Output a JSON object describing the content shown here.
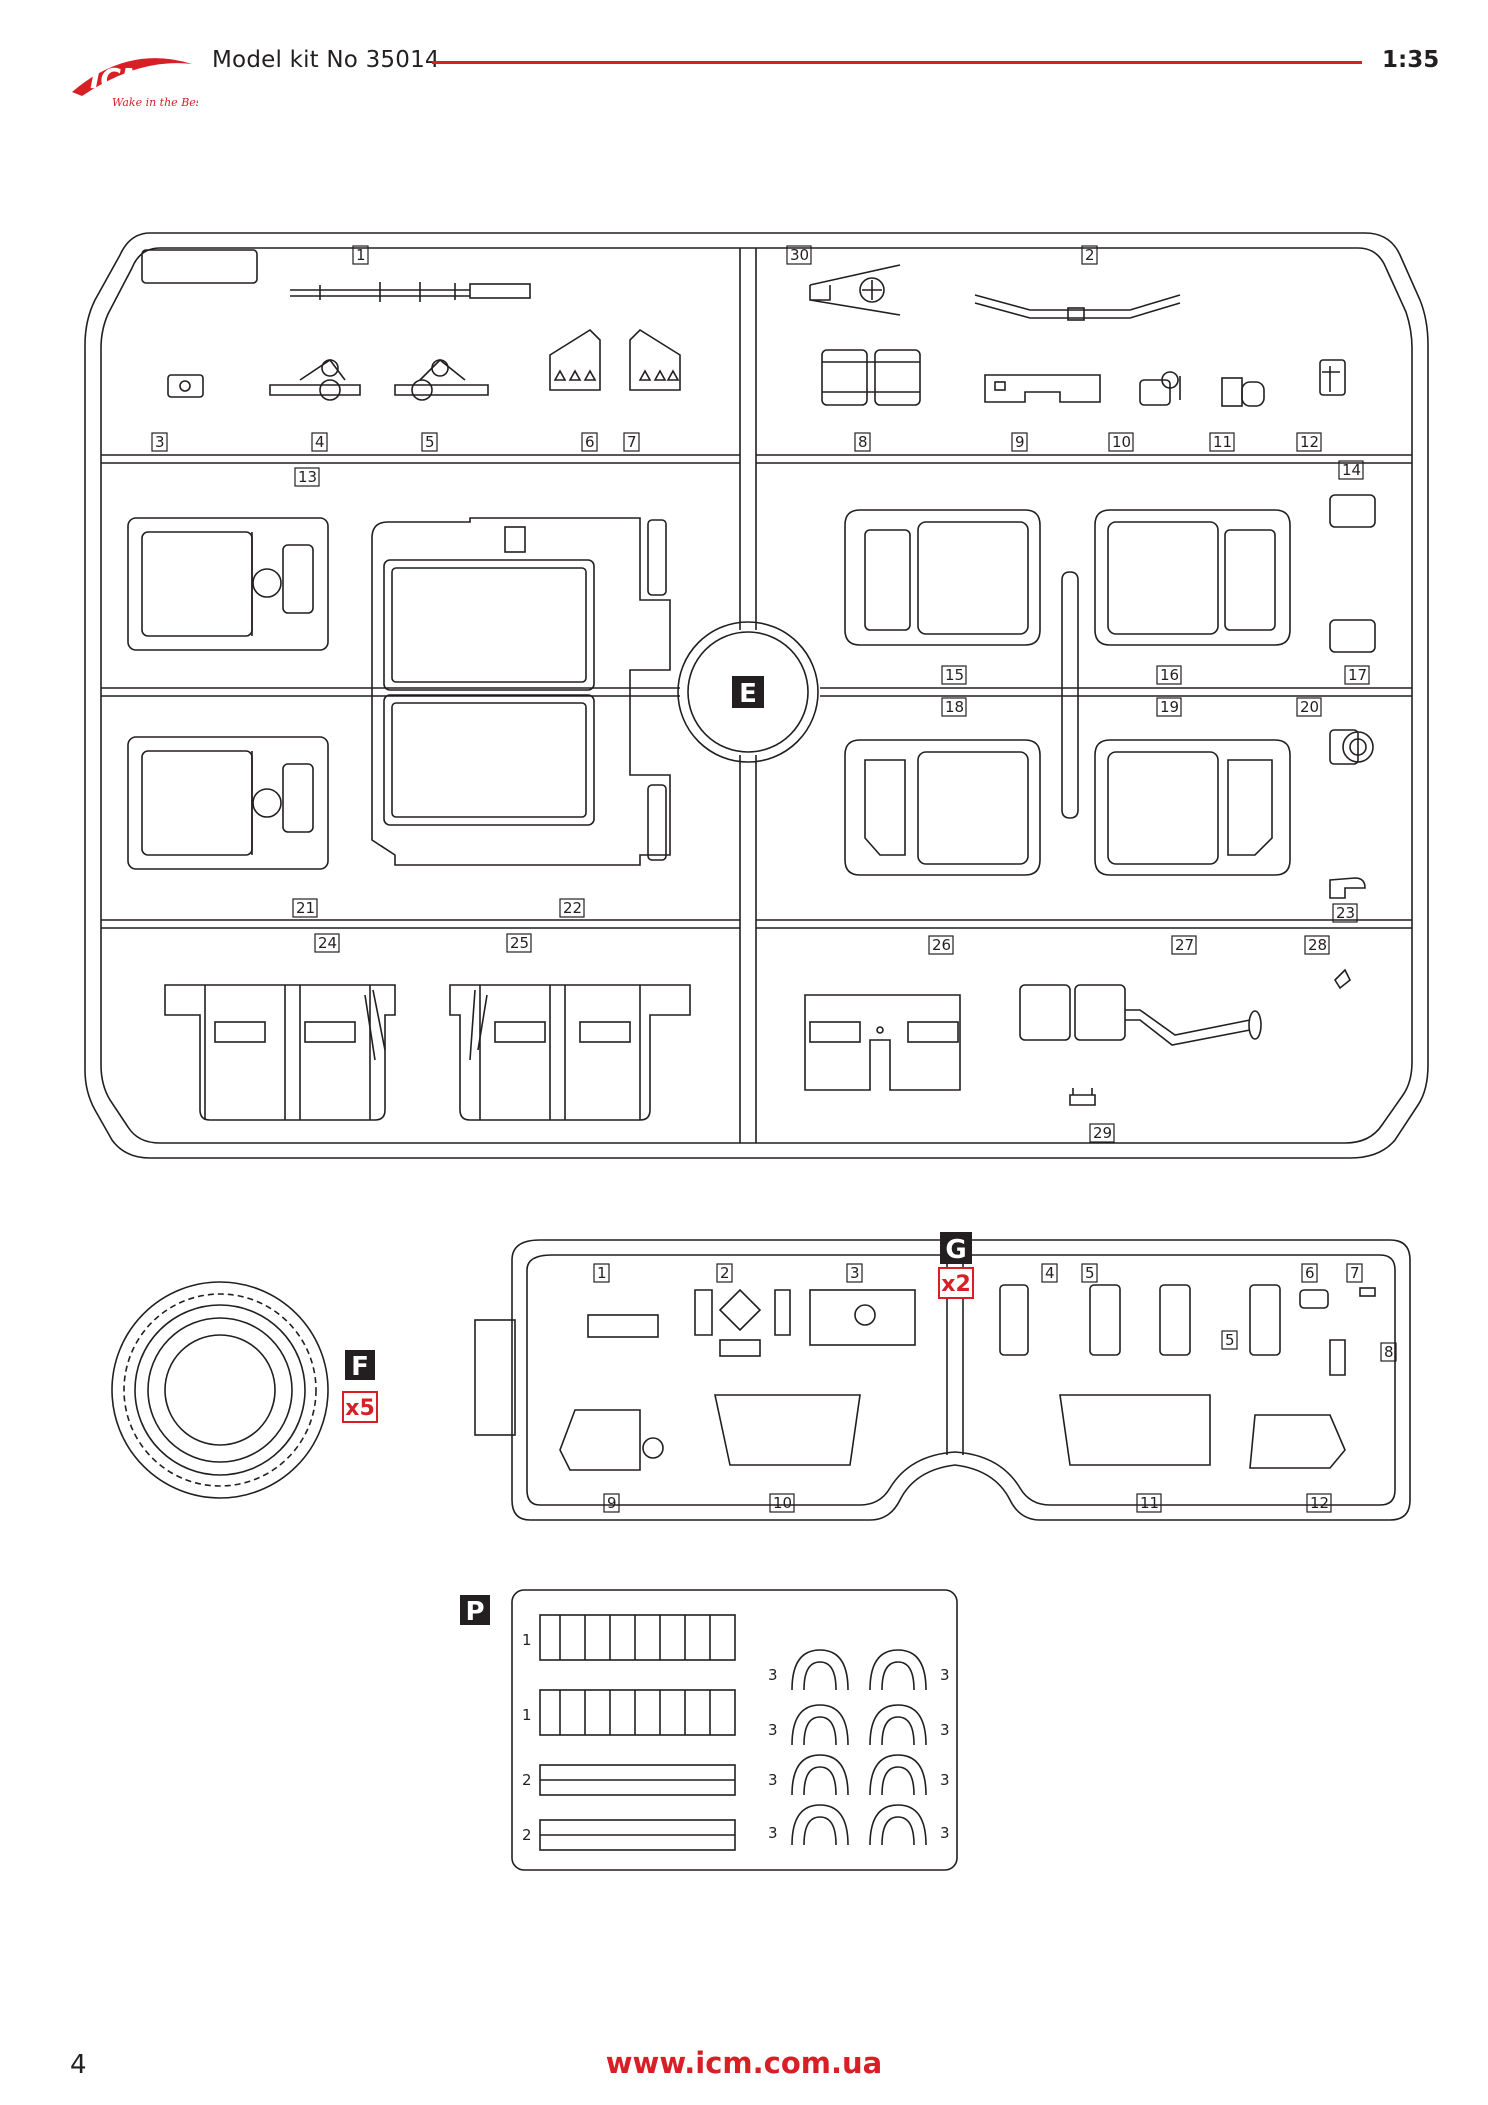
{
  "header": {
    "brand": "ICM",
    "tagline": "Wake in the Best",
    "title": "Model kit No 35014",
    "scale": "1:35"
  },
  "footer": {
    "page_number": "4",
    "url": "www.icm.com.ua"
  },
  "sprue_e": {
    "letter": "E",
    "parts": [
      "1",
      "2",
      "3",
      "4",
      "5",
      "6",
      "7",
      "8",
      "9",
      "10",
      "11",
      "12",
      "13",
      "14",
      "15",
      "16",
      "17",
      "18",
      "19",
      "20",
      "21",
      "22",
      "23",
      "24",
      "25",
      "26",
      "27",
      "28",
      "29",
      "30"
    ]
  },
  "sprue_f": {
    "letter": "F",
    "multiplier": "x5"
  },
  "sprue_g": {
    "letter": "G",
    "multiplier": "x2",
    "parts": [
      "1",
      "2",
      "3",
      "4",
      "5",
      "5",
      "6",
      "7",
      "8",
      "9",
      "10",
      "11",
      "12"
    ]
  },
  "sprue_p": {
    "letter": "P",
    "left_labels": [
      "1",
      "1",
      "2",
      "2"
    ],
    "right_labels": [
      "3",
      "3",
      "3",
      "3",
      "3",
      "3",
      "3",
      "3"
    ]
  }
}
